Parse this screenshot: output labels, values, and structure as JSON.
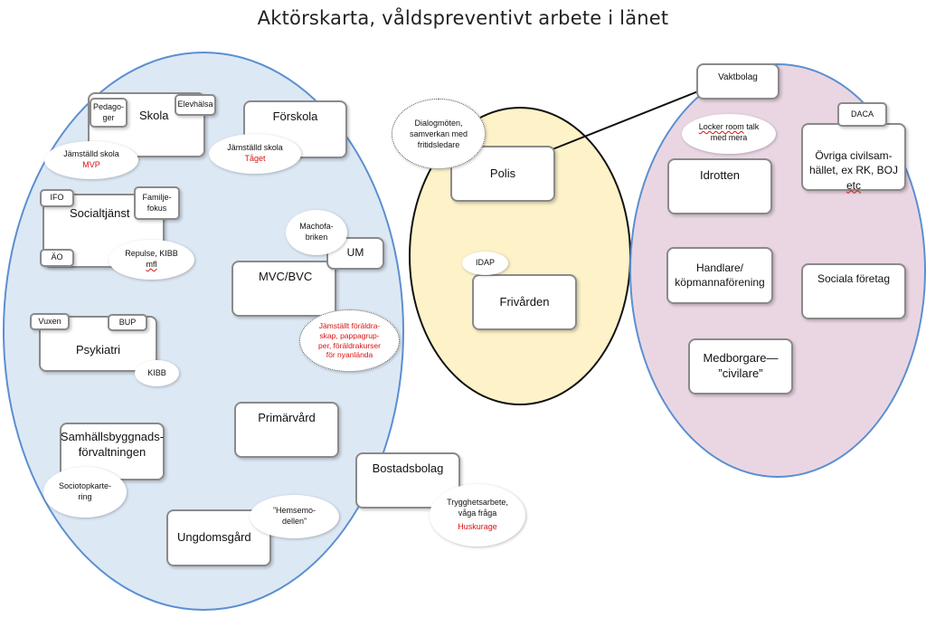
{
  "title": "Aktörskarta, våldspreventivt arbete i länet",
  "colors": {
    "left_fill": "#dde8f5",
    "left_border": "#5b8fd0",
    "mid_fill": "#fdf2c8",
    "mid_border": "#111111",
    "right_fill": "#ead6e3",
    "right_border": "#5b8fd0",
    "highlight_text": "#dd1111"
  },
  "left": {
    "skola": "Skola",
    "pedagoger": "Pedago-\nger",
    "elevhalsa": "Elevhälsa",
    "jamstalld_skola_1": "Jämställd skola",
    "mvp": "MVP",
    "forskola": "Förskola",
    "jamstalld_skola_2": "Jämställd skola",
    "taget": "Tåget",
    "socialtjanst": "Socialtjänst",
    "ifo": "IFO",
    "familjefokus": "Familje-\nfokus",
    "ao": "ÄO",
    "repulse_kibb": "Repulse, KIBB",
    "mfl": "mfl",
    "machofabriken": "Machofa-\nbriken",
    "um": "UM",
    "mvc_bvc": "MVC/BVC",
    "jamstallt_foraldraskap": "Jämställt föräldra-\nskap, pappagrup-\nper, föräldrakurser\nför nyanlända",
    "psykiatri": "Psykiatri",
    "vuxen": "Vuxen",
    "bup": "BUP",
    "kibb": "KIBB",
    "primarvard": "Primärvård",
    "samhallsbyggnad": "Samhällsbyggnads-\nförvaltningen",
    "sociotopkartering": "Sociotopkarte-\nring",
    "ungdomsgard": "Ungdomsgård",
    "hemsemodellen": "”Hemsemo-\ndellen”",
    "bostadsbolag": "Bostadsbolag",
    "trygghetsarbete": "Trygghetsarbete,\nvåga fråga",
    "huskurage": "Huskurage"
  },
  "middle": {
    "dialogmoten": "Dialogmöten,\nsamverkan med\nfritidsledare",
    "polis": "Polis",
    "idap": "IDAP",
    "frivarden": "Frivården"
  },
  "right": {
    "vaktbolag": "Vaktbolag",
    "locker_room_1": "Locker room",
    "locker_room_2": " talk\nmed mera",
    "idrotten": "Idrotten",
    "daca": "DACA",
    "ovriga_1": "Övriga civilsam-\nhället, ex RK, BOJ\n",
    "ovriga_etc": "etc",
    "handlare": "Handlare/\nköpmannaförening",
    "sociala_foretag": "Sociala företag",
    "medborgare": "Medborgare—\n”civilare”"
  }
}
